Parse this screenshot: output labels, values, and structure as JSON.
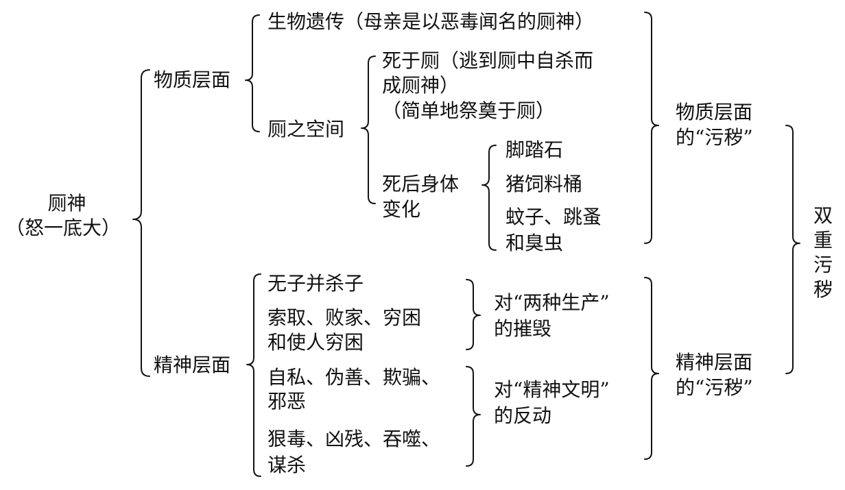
{
  "root": {
    "line1": "厕神",
    "line2": "（怒一底大）"
  },
  "level1": {
    "material": "物质层面",
    "spiritual": "精神层面"
  },
  "material": {
    "heredity": "生物遗传（母亲是以恶毒闻名的厕神）",
    "space": "厕之空间",
    "death": {
      "line1": "死于厕（逃到厕中自杀而",
      "line2": "成厕神）",
      "line3": "（简单地祭奠于厕）"
    },
    "body_change": {
      "line1": "死后身体",
      "line2": "变化"
    },
    "items": {
      "item1": "脚踏石",
      "item2": "猪饲料桶",
      "item3_line1": "蚊子、跳蚤",
      "item3_line2": "和臭虫"
    }
  },
  "spiritual": {
    "items": {
      "item1": "无子并杀子",
      "item2_line1": "索取、败家、穷困",
      "item2_line2": "和使人穷困",
      "item3_line1": "自私、伪善、欺骗、",
      "item3_line2": "邪恶",
      "item4_line1": "狠毒、凶残、吞噬、",
      "item4_line2": "谋杀"
    },
    "group1": {
      "line1": "对“两种生产”",
      "line2": "的摧毁"
    },
    "group2": {
      "line1": "对“精神文明”",
      "line2": "的反动"
    }
  },
  "summary": {
    "material": {
      "line1": "物质层面",
      "line2": "的“污秽”"
    },
    "spiritual": {
      "line1": "精神层面",
      "line2": "的“污秽”"
    },
    "final": [
      "双",
      "重",
      "污",
      "秽"
    ]
  }
}
